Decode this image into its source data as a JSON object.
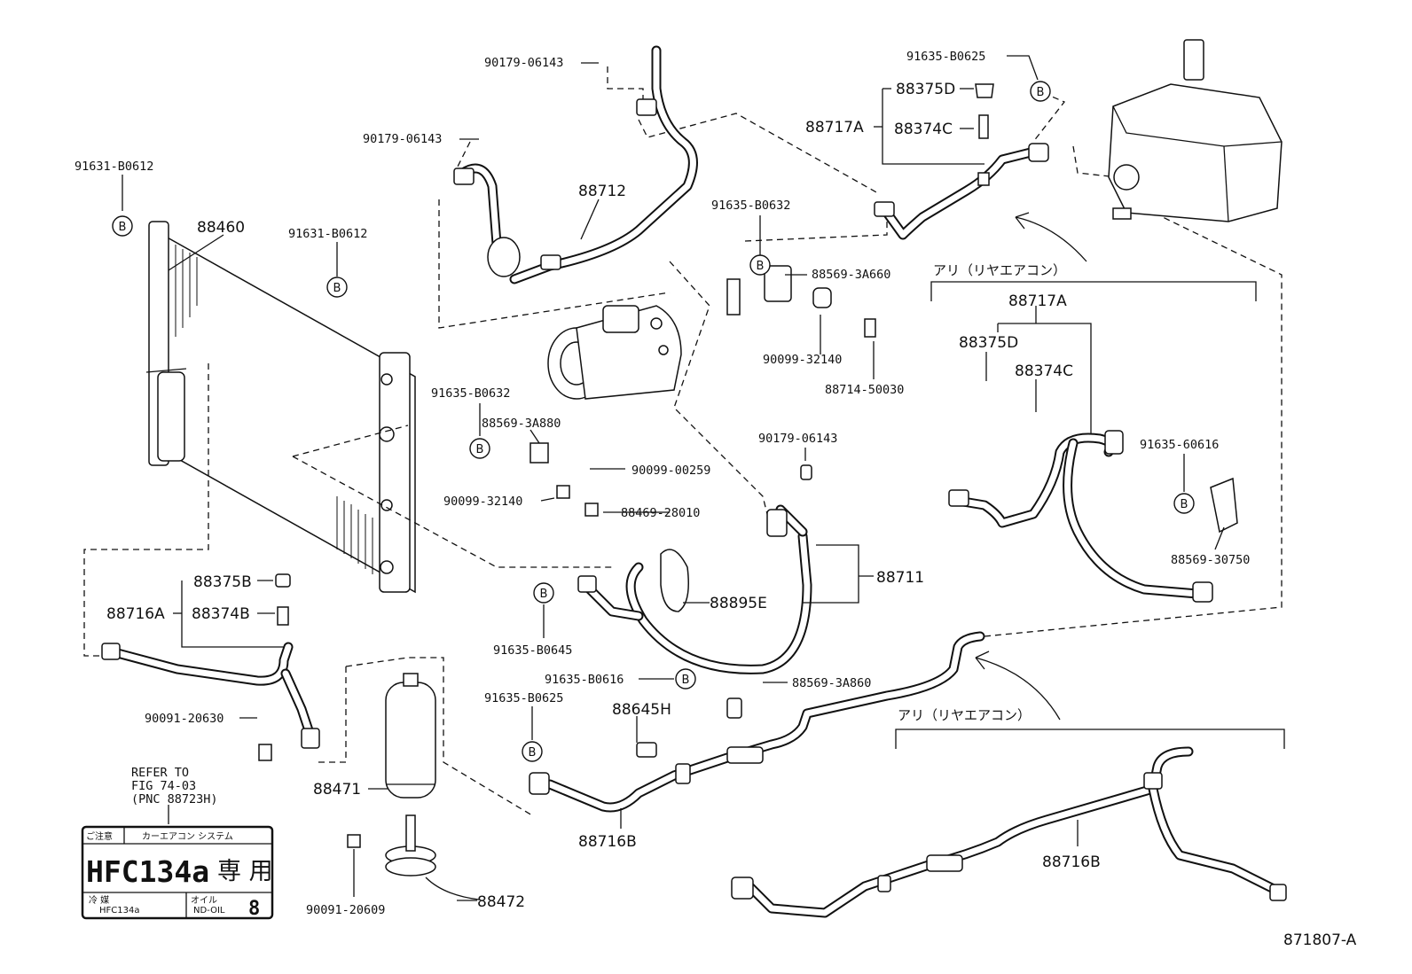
{
  "labels": {
    "p90179_06143_a": "90179-06143",
    "p90179_06143_b": "90179-06143",
    "p90179_06143_c": "90179-06143",
    "p91631_B0612_a": "91631-B0612",
    "p91631_B0612_b": "91631-B0612",
    "p88460": "88460",
    "p88712": "88712",
    "p91635_B0632_a": "91635-B0632",
    "p91635_B0632_b": "91635-B0632",
    "p88569_3A660": "88569-3A660",
    "p90099_32140_a": "90099-32140",
    "p90099_32140_b": "90099-32140",
    "p88714_50030": "88714-50030",
    "p91635_B0625_a": "91635-B0625",
    "p91635_B0625_b": "91635-B0625",
    "p88375D_a": "88375D",
    "p88375D_b": "88375D",
    "p88717A_a": "88717A",
    "p88717A_b": "88717A",
    "p88374C_a": "88374C",
    "p88374C_b": "88374C",
    "rear_ac_a": "アリ（リヤエアコン）",
    "rear_ac_b": "アリ（リヤエアコン）",
    "p88569_3A880": "88569-3A880",
    "p90099_00259": "90099-00259",
    "p88469_28010": "88469-28010",
    "p91635_60616": "91635-60616",
    "p88569_30750": "88569-30750",
    "p88711": "88711",
    "p88895E": "88895E",
    "p91635_B0645": "91635-B0645",
    "p88375B": "88375B",
    "p88716A": "88716A",
    "p88374B": "88374B",
    "p90091_20630": "90091-20630",
    "p91635_B0616": "91635-B0616",
    "p88569_3A860": "88569-3A860",
    "p88645H": "88645H",
    "p88471": "88471",
    "p88716B_a": "88716B",
    "p88716B_b": "88716B",
    "p88472": "88472",
    "p90091_20609": "90091-20609",
    "refer_line1": "REFER TO",
    "refer_line2": "FIG 74-03",
    "refer_line3": "(PNC 88723H)",
    "figure_id": "871807-A",
    "bubble_letter": "B"
  },
  "warning_label": {
    "caution": "ご注意",
    "system": "カーエアコン システム",
    "refrigerant": "HFC134a",
    "exclusive": "専 用",
    "coolant_label": "冷 媒",
    "coolant_value": "HFC134a",
    "oil_label": "オイル",
    "oil_value": "ND-OIL",
    "oil_number": "8"
  }
}
